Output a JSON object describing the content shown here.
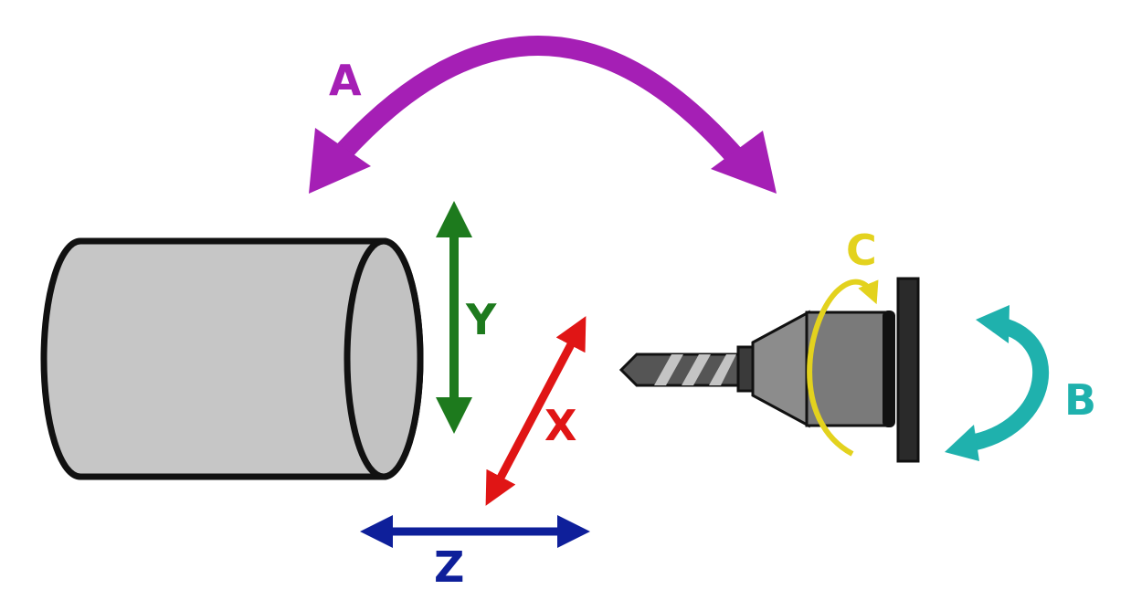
{
  "colors": {
    "A": "#a51fb5",
    "B": "#1fb1ad",
    "C": "#e3d21e",
    "X": "#e01515",
    "Y": "#1d7a1d",
    "Z": "#0e1f9a",
    "workpiece": "#c6c6c6",
    "outline": "#111111",
    "spindle_body": "#7a7a7a",
    "spindle_cone": "#8c8c8c",
    "flange": "#2a2a2a",
    "drill": "#555555",
    "drill_stripe": "#c4c4c4"
  },
  "labels": {
    "A": "A",
    "B": "B",
    "C": "C",
    "X": "X",
    "Y": "Y",
    "Z": "Z"
  }
}
